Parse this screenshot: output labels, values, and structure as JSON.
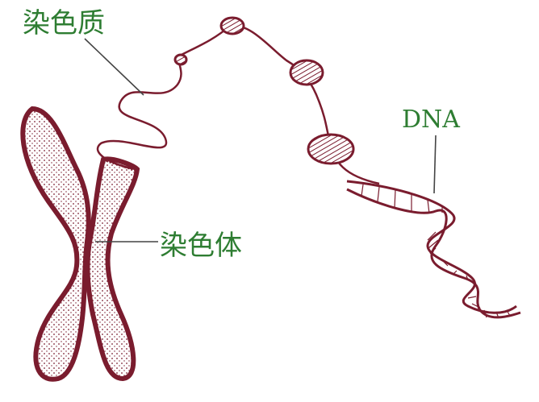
{
  "labels": {
    "chromatin": "染色质",
    "chromosome": "染色体",
    "dna": "DNA"
  },
  "colors": {
    "stroke": "#7a1c2e",
    "label": "#2e7d32",
    "leader": "#444444",
    "background": "#ffffff"
  }
}
